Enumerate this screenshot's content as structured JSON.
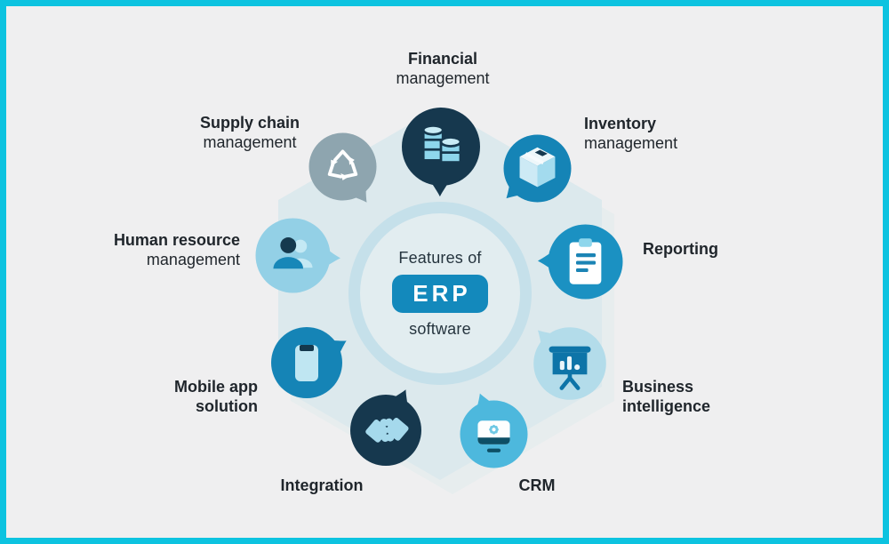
{
  "title": "Features of ERP software infographic",
  "colors": {
    "accent_cyan": "#0dc3e0",
    "page_bg": "#efeff0",
    "hexagon": "#dce9ed",
    "hexagon_shadow": "#e7edee",
    "ring": "#c5e0ea",
    "erp_button": "#1389bc",
    "dark_navy": "#16384e",
    "medium_blue": "#1584b6",
    "bright_blue": "#1b91c2",
    "light_blue": "#93d0e6",
    "pale_blue": "#b3dcea",
    "sky_blue": "#4db8dd",
    "gray": "#8ea5af",
    "label_text": "#1f252b"
  },
  "center": {
    "line_top": "Features of",
    "erp_label": "ERP",
    "line_bottom": "software"
  },
  "features": [
    {
      "name": "financial-management",
      "lines": [
        "Financial",
        "management"
      ],
      "icon": "coins-icon",
      "color": "#16384e"
    },
    {
      "name": "inventory-management",
      "lines": [
        "Inventory",
        "management"
      ],
      "icon": "package-icon",
      "color": "#1584b6"
    },
    {
      "name": "reporting",
      "lines": [
        "Reporting"
      ],
      "icon": "clipboard-icon",
      "color": "#1b91c2"
    },
    {
      "name": "business-intelligence",
      "lines": [
        "Business",
        "intelligence"
      ],
      "icon": "presentation-chart-icon",
      "color": "#b3dcea"
    },
    {
      "name": "crm",
      "lines": [
        "CRM"
      ],
      "icon": "monitor-gear-icon",
      "color": "#4db8dd"
    },
    {
      "name": "integration",
      "lines": [
        "Integration"
      ],
      "icon": "puzzle-icon",
      "color": "#16384e"
    },
    {
      "name": "mobile-app-solution",
      "lines": [
        "Mobile app",
        "solution"
      ],
      "icon": "smartphone-icon",
      "color": "#1584b6"
    },
    {
      "name": "human-resource-management",
      "lines": [
        "Human resource",
        "management"
      ],
      "icon": "people-icon",
      "color": "#93d0e6"
    },
    {
      "name": "supply-chain-management",
      "lines": [
        "Supply chain",
        "management"
      ],
      "icon": "recycle-icon",
      "color": "#8ea5af"
    }
  ]
}
